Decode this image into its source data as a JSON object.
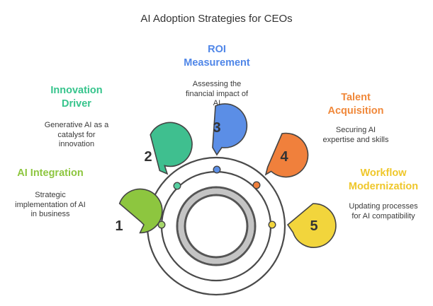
{
  "title": "AI Adoption Strategies for CEOs",
  "steps": [
    {
      "number": "1",
      "label_lines": [
        "AI Integration"
      ],
      "desc_lines": [
        "Strategic",
        "implementation of AI",
        "in business"
      ],
      "color": "#8DC63F",
      "label_color": "#8DC63F",
      "dot_color": "#A6D76A"
    },
    {
      "number": "2",
      "label_lines": [
        "Innovation",
        "Driver"
      ],
      "desc_lines": [
        "Generative AI as a",
        "catalyst for",
        "innovation"
      ],
      "color": "#3FBF8F",
      "label_color": "#36C48C",
      "dot_color": "#56CFA0"
    },
    {
      "number": "3",
      "label_lines": [
        "ROI",
        "Measurement"
      ],
      "desc_lines": [
        "Assessing the",
        "financial impact of",
        "AI"
      ],
      "color": "#5B8EE6",
      "label_color": "#4F86E8",
      "dot_color": "#5B8EE6"
    },
    {
      "number": "4",
      "label_lines": [
        "Talent",
        "Acquisition"
      ],
      "desc_lines": [
        "Securing AI",
        "expertise and skills"
      ],
      "color": "#F0803C",
      "label_color": "#F0883A",
      "dot_color": "#F0803C"
    },
    {
      "number": "5",
      "label_lines": [
        "Workflow",
        "Modernization"
      ],
      "desc_lines": [
        "Updating processes",
        "for AI compatibility"
      ],
      "color": "#F2D53C",
      "label_color": "#EFC72A",
      "dot_color": "#F2D53C"
    }
  ]
}
